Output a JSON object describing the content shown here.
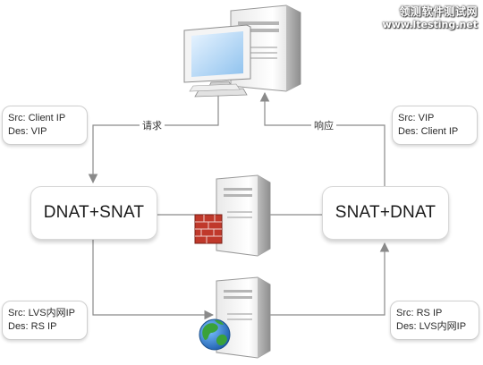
{
  "watermark": {
    "title": "领测软件测试网",
    "url": "www.ltesting.net"
  },
  "nodes": {
    "left_box": "DNAT+SNAT",
    "right_box": "SNAT+DNAT"
  },
  "edge_labels": {
    "request": "请求",
    "response": "响应"
  },
  "notes": {
    "top_left": [
      "Src: Client IP",
      "Des: VIP"
    ],
    "top_right": [
      "Src: VIP",
      "Des: Client IP"
    ],
    "bottom_left": [
      "Src: LVS内网IP",
      "Des: RS IP"
    ],
    "bottom_right": [
      "Src: RS IP",
      "Des: LVS内网IP"
    ]
  },
  "icons": {
    "client": "desktop-computer-icon",
    "lvs": "server-with-firewall-icon",
    "real_server": "server-with-globe-icon"
  },
  "colors": {
    "line": "#7f7f7f",
    "firewall": "#c0392b",
    "globe_water": "#2f7fd0",
    "globe_land": "#3aa23a"
  }
}
